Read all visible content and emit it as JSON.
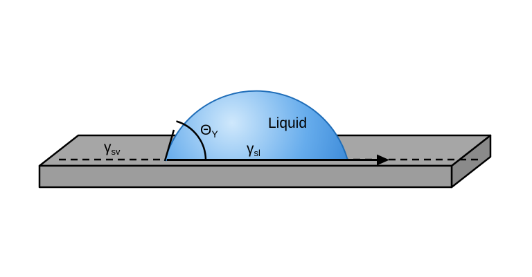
{
  "figure": {
    "description": "Sessile liquid droplet on a solid surface illustrating Young's contact angle",
    "labels": {
      "liquid": "Liquid",
      "theta": {
        "base": "Θ",
        "sub": "Y"
      },
      "gamma_sv": {
        "base": "γ",
        "sub": "sv"
      },
      "gamma_sl": {
        "base": "γ",
        "sub": "sl"
      }
    },
    "colors": {
      "background": "#ffffff",
      "slab_top": "#a6a6a6",
      "slab_front": "#9d9d9d",
      "slab_side": "#8a8a8a",
      "outline": "#000000",
      "droplet_center": "#cfe8fc",
      "droplet_mid": "#66acec",
      "droplet_edge": "#3181d3",
      "droplet_stroke": "#1f6db8"
    }
  }
}
